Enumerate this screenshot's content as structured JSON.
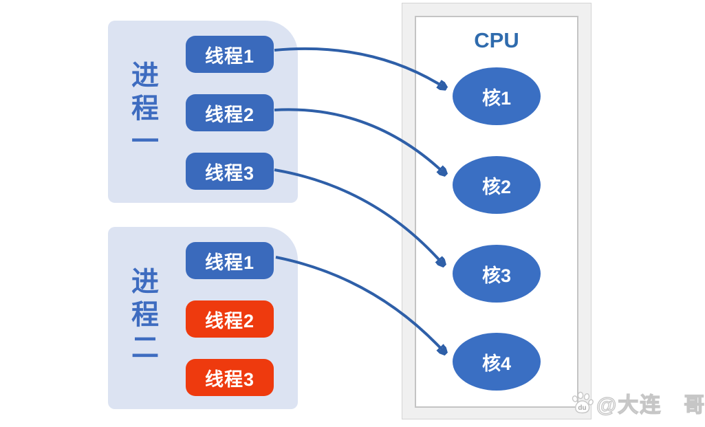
{
  "processes": [
    {
      "label": "进程一",
      "threads": [
        {
          "label": "线程1",
          "variant": "blue"
        },
        {
          "label": "线程2",
          "variant": "blue"
        },
        {
          "label": "线程3",
          "variant": "blue"
        }
      ]
    },
    {
      "label": "进程二",
      "threads": [
        {
          "label": "线程1",
          "variant": "blue"
        },
        {
          "label": "线程2",
          "variant": "red"
        },
        {
          "label": "线程3",
          "variant": "red"
        }
      ]
    }
  ],
  "cpu": {
    "title": "CPU",
    "cores": [
      {
        "label": "核1"
      },
      {
        "label": "核2"
      },
      {
        "label": "核3"
      },
      {
        "label": "核4"
      }
    ]
  },
  "connections": [
    {
      "from": "进程一/线程1",
      "to": "核1"
    },
    {
      "from": "进程一/线程2",
      "to": "核2"
    },
    {
      "from": "进程一/线程3",
      "to": "核3"
    },
    {
      "from": "进程二/线程1",
      "to": "核4"
    }
  ],
  "watermark": {
    "icon": "baidu-paw-icon",
    "text": "@大连　哥"
  },
  "colors": {
    "thread_blue": "#3a6abc",
    "thread_red": "#ee3a0e",
    "core_blue": "#3a6fc3",
    "arrow_blue": "#2e5fa8",
    "process_box_fill": "#dce3f2",
    "process_label_blue": "#3e6cc0",
    "cpu_title_blue": "#2f6bad",
    "background": "#ffffff"
  }
}
